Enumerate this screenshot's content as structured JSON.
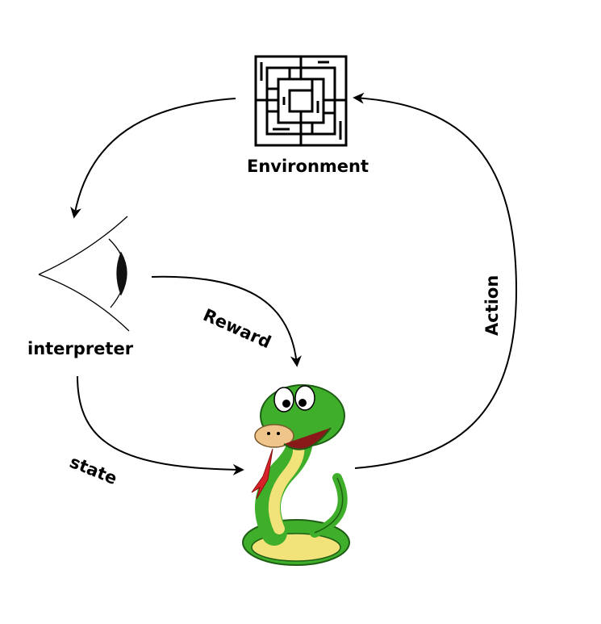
{
  "nodes": {
    "environment": {
      "label": "Environment",
      "icon": "maze-icon"
    },
    "interpreter": {
      "label": "interpreter",
      "icon": "eye-icon"
    },
    "agent": {
      "icon": "snake-icon"
    }
  },
  "edges": {
    "environment_to_interpreter": {
      "label": ""
    },
    "interpreter_to_agent_reward": {
      "label": "Reward"
    },
    "interpreter_to_agent_state": {
      "label": "state"
    },
    "agent_to_environment": {
      "label": "Action"
    }
  },
  "colors": {
    "snake_green": "#3fae2a",
    "snake_dark_green": "#2d7f1e",
    "snake_belly": "#f2e27a",
    "tongue": "#d8222a",
    "line": "#000000"
  }
}
